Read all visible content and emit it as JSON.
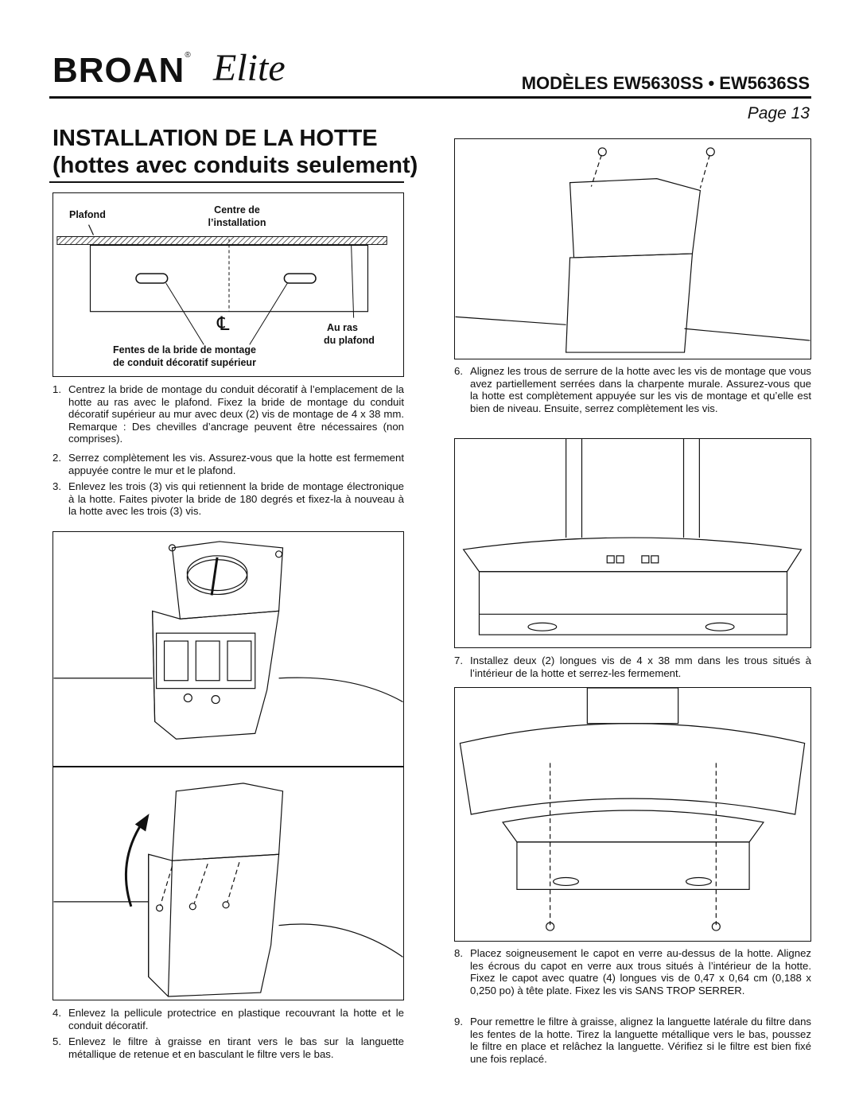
{
  "header": {
    "brand": "BROAN",
    "brand_sub": "Elite",
    "models": "MODÈLES  EW5630SS • EW5636SS",
    "page": "Page 13"
  },
  "title": {
    "line1": "INSTALLATION DE LA HOTTE",
    "line2": "(hottes avec conduits seulement)"
  },
  "fig1": {
    "plafond": "Plafond",
    "centre_line1": "Centre de",
    "centre_line2": "l’installation",
    "cl_symbol": "℄",
    "auras_line1": "Au ras",
    "auras_line2": "du plafond",
    "fentes_line1": "Fentes de la bride de montage",
    "fentes_line2": "de conduit décoratif supérieur"
  },
  "steps": [
    {
      "n": "1.",
      "text": "Centrez la bride de montage du conduit décoratif à l’emplacement de la hotte au ras avec le plafond. Fixez la bride de montage du conduit décoratif supérieur au mur avec deux (2) vis de montage de 4 x 38 mm. Remarque : Des chevilles d’ancrage peuvent être nécessaires (non comprises)."
    },
    {
      "n": "2.",
      "text": "Serrez complètement les vis. Assurez-vous que la hotte est fermement appuyée contre le mur et le plafond."
    },
    {
      "n": "3.",
      "text": "Enlevez les trois (3) vis qui retiennent la bride de montage électronique à la hotte. Faites pivoter la bride de 180 degrés et fixez-la à nouveau à la hotte avec les trois (3) vis."
    },
    {
      "n": "4.",
      "text": "Enlevez la pellicule protectrice en plastique recouvrant la hotte et le conduit décoratif."
    },
    {
      "n": "5.",
      "text": "Enlevez le filtre à graisse en tirant vers le bas sur la languette métallique de retenue et en basculant le filtre vers le bas."
    },
    {
      "n": "6.",
      "text": "Alignez les trous de serrure de la hotte avec les vis de montage que vous avez partiellement serrées dans la charpente murale. Assurez-vous que la hotte est complètement appuyée sur les vis de montage et qu’elle est bien de niveau. Ensuite, serrez complètement les vis."
    },
    {
      "n": "7.",
      "text": "Installez deux (2) longues vis de 4 x 38 mm dans les trous situés à l’intérieur de la hotte et serrez-les fermement."
    },
    {
      "n": "8.",
      "text": "Placez soigneusement le capot en verre au-dessus de la hotte. Alignez les écrous du capot en verre aux trous situés à l’intérieur de la hotte. Fixez le capot avec quatre (4) longues vis de 0,47 x 0,64 cm (0,188 x 0,250 po) à tête plate. Fixez les vis SANS TROP SERRER."
    },
    {
      "n": "9.",
      "text": "Pour remettre le filtre à graisse, alignez la languette latérale du filtre dans les fentes de la hotte. Tirez la languette métallique vers le bas, poussez le filtre en place et relâchez la languette. Vérifiez si le filtre est bien fixé une fois replacé."
    }
  ]
}
